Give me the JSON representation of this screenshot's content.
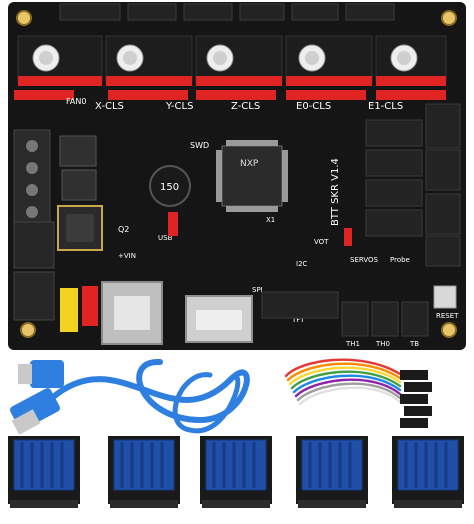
{
  "board": {
    "colors": {
      "pcb": "#151515",
      "header_red": "#e02424",
      "connector_black": "#232323",
      "heatsink_blue": "#1f4fa8",
      "usb_cable": "#2f7fe0",
      "jumper_yellow": "#f2d21f"
    },
    "axis_labels": [
      "X-CLS",
      "Y-CLS",
      "Z-CLS",
      "E0-CLS",
      "E1-CLS"
    ],
    "capacitor_value": "150",
    "mcu_brand": "NXP",
    "model": "BTT SKR V1.4",
    "silkscreen": {
      "fan": "FAN0",
      "swd": "SWD",
      "i2c": "I2C",
      "spi": "SPI",
      "tft": "TFT",
      "servos": "SERVOS",
      "probe": "Probe",
      "reset": "RESET",
      "vin": "+VIN",
      "vot": "VOT",
      "q2": "Q2",
      "x1": "X1",
      "usb": "USB",
      "th1": "TH1",
      "th0": "TH0",
      "tb": "TB"
    }
  },
  "accessories": {
    "usb_cable": "usb-cable",
    "ribbon_cable": "rainbow-dupont-cable",
    "driver_count": 5
  }
}
